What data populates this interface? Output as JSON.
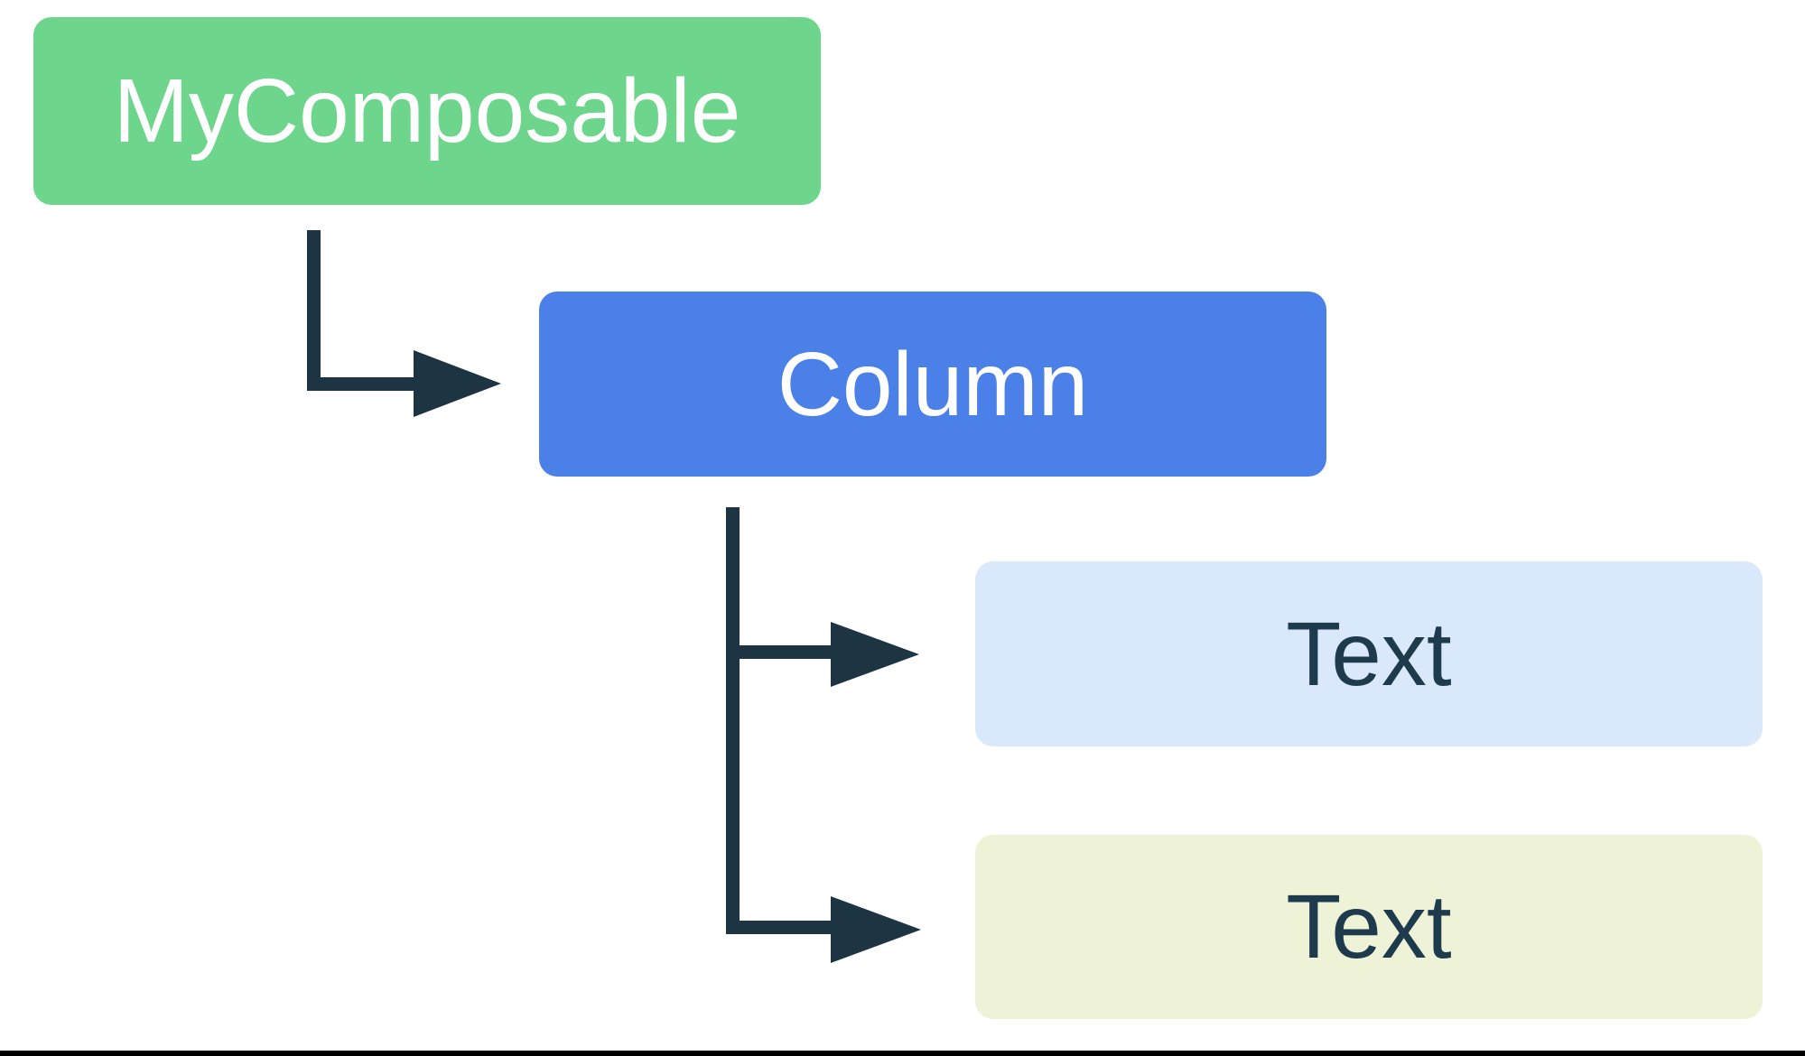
{
  "diagram": {
    "background": "#FFFFFF",
    "arrow_color": "#1D3443",
    "bottom_rule_color": "#000000",
    "nodes": [
      {
        "label": "MyComposable",
        "fill": "#6ED58C",
        "text_color": "#FFFFFF"
      },
      {
        "label": "Column",
        "fill": "#4C80E9",
        "text_color": "#FFFFFF"
      },
      {
        "label": "Text",
        "fill": "#D9E8FA",
        "text_color": "#1E3A4D"
      },
      {
        "label": "Text",
        "fill": "#EEF2D6",
        "text_color": "#1E3A4D"
      }
    ],
    "edges": [
      {
        "from": "MyComposable",
        "to": "Column"
      },
      {
        "from": "Column",
        "to": "Text (first child)"
      },
      {
        "from": "Column",
        "to": "Text (second child)"
      }
    ]
  }
}
